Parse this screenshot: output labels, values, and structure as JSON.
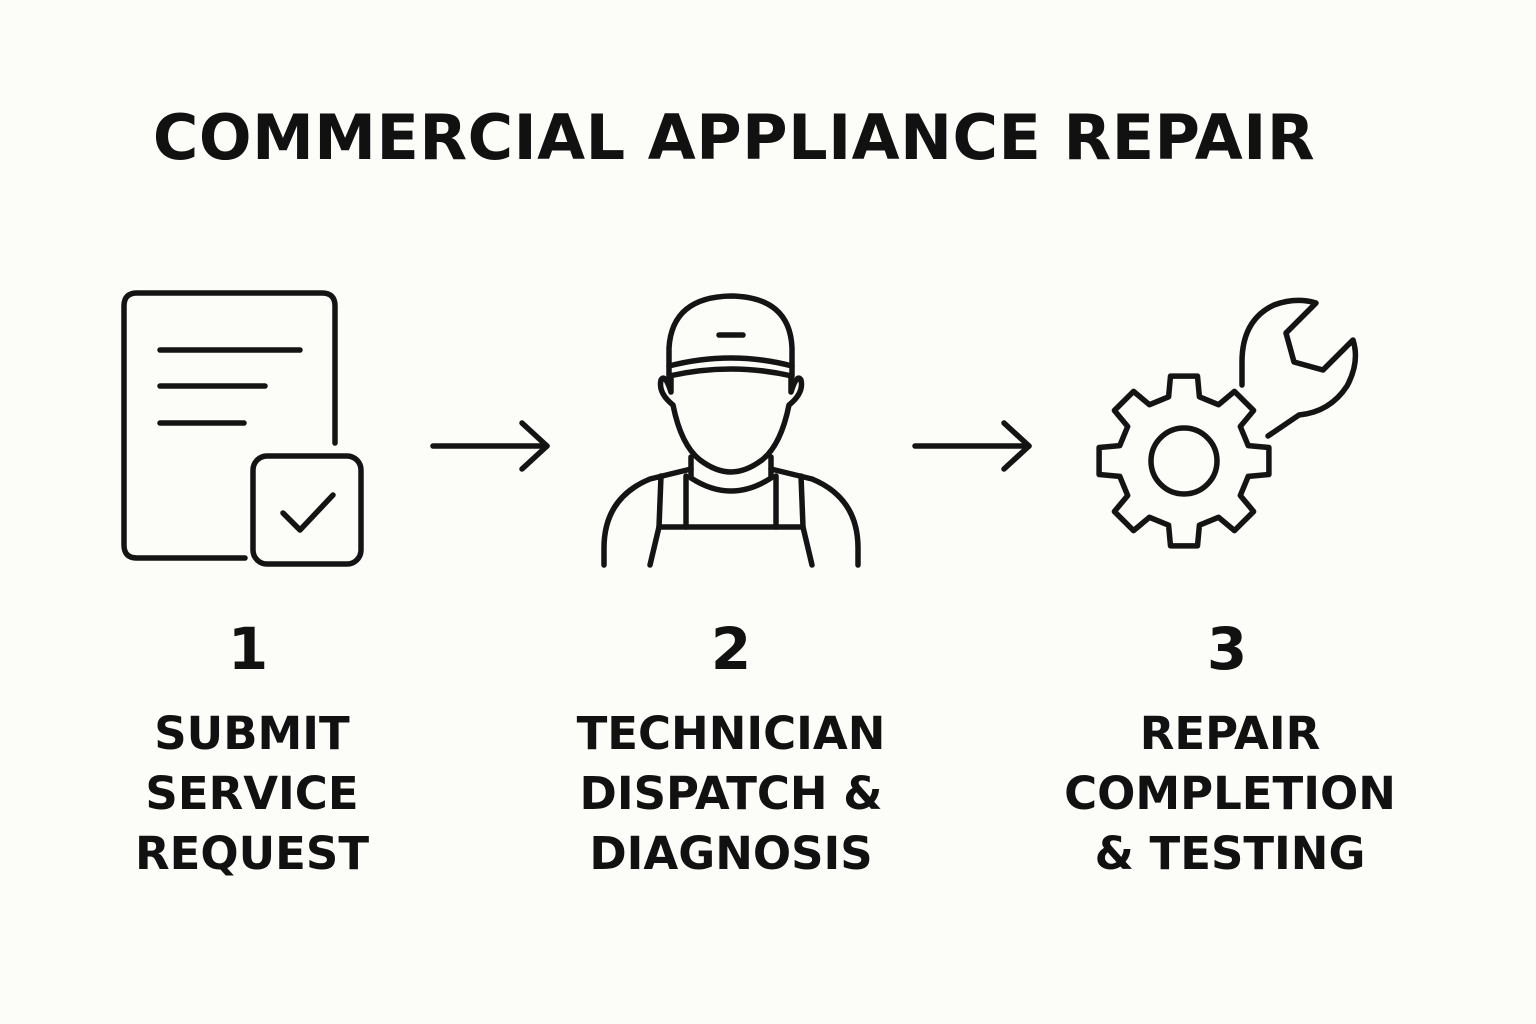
{
  "title": "COMMERCIAL APPLIANCE REPAIR",
  "steps": [
    {
      "number": "1",
      "label": "SUBMIT\nSERVICE\nREQUEST",
      "icon": "document-check-icon"
    },
    {
      "number": "2",
      "label": "TECHNICIAN\nDISPATCH &\nDIAGNOSIS",
      "icon": "technician-icon"
    },
    {
      "number": "3",
      "label": "REPAIR\nCOMPLETION\n& TESTING",
      "icon": "gear-wrench-icon"
    }
  ],
  "connectors": [
    "arrow-right-icon",
    "arrow-right-icon"
  ],
  "colors": {
    "background": "#fcfcf9",
    "ink": "#111111"
  }
}
